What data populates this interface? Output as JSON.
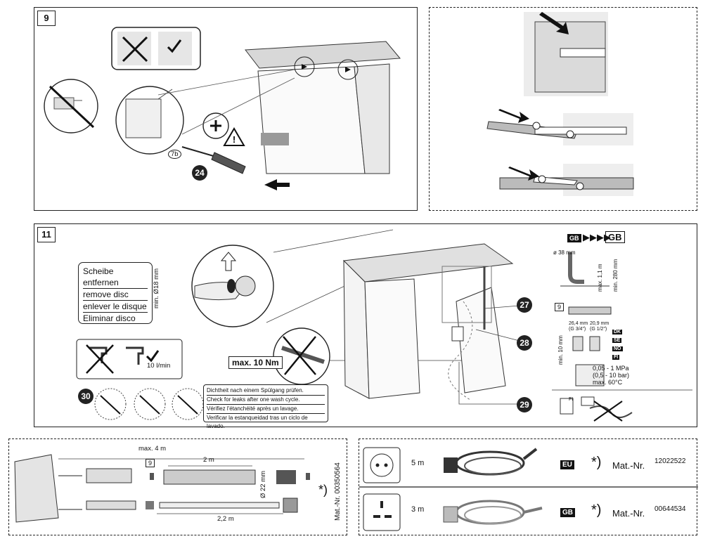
{
  "steps": {
    "step9": "9",
    "step11": "11"
  },
  "callouts": {
    "c24": "24",
    "c27": "27",
    "c28": "28",
    "c29": "29",
    "c30": "30",
    "screw_ref": "7b",
    "hose_ref_9": "9",
    "hose_ref_9b": "9"
  },
  "disc_box": {
    "lines": [
      "Scheibe entfernen",
      "remove disc",
      "enlever le disque",
      "Eliminar disco"
    ]
  },
  "diameter": "min. Ø18 mm",
  "flow": "10 l/min",
  "torque": "max. 10 Nm",
  "leak_box": {
    "lines": [
      "Dichtheit nach einem Spülgang prüfen.",
      "Check for leaks after one wash cycle.",
      "Vérifiez l'étanchéité après un lavage.",
      "Verificar la estanqueidad tras un ciclo de lavado."
    ]
  },
  "right_specs": {
    "gb_from": "GB",
    "gb_arrows": "▶▶▶▶",
    "gb_to": "GB",
    "dia_38": "ø 38 mm",
    "max_11m": "max. 1,1 m",
    "min_280": "min. 280 mm",
    "thread_a": "26,4 mm",
    "thread_a2": "(G 3/4\")",
    "thread_b": "20,9 mm",
    "thread_b2": "(G 1/2\")",
    "min_10mm": "min. 10 mm",
    "countries": [
      "DK",
      "SE",
      "NO",
      "FI"
    ],
    "pressure_1": "0,05 - 1 MPa",
    "pressure_2": "(0,5 - 10 bar)",
    "temp": "max. 60°C",
    "fi": "FI"
  },
  "hoses": {
    "max4m": "max. 4 m",
    "len2m": "2 m",
    "d22": "Ø 22 mm",
    "len22": "2,2 m",
    "star": "*)",
    "matnr": "Mat.-Nr. 00350564"
  },
  "power": {
    "rows": [
      {
        "len": "5 m",
        "region": "EU",
        "star": "*)",
        "mat_label": "Mat.-Nr.",
        "mat_num": "12022522"
      },
      {
        "len": "3 m",
        "region": "GB",
        "star": "*)",
        "mat_label": "Mat.-Nr.",
        "mat_num": "00644534"
      }
    ]
  }
}
